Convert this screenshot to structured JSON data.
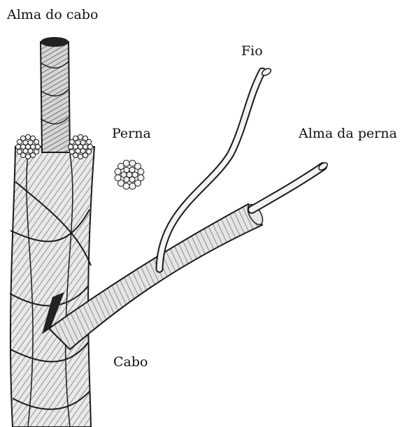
{
  "labels": {
    "core_of_rope": "Alma do cabo",
    "strand": "Perna",
    "wire": "Fio",
    "core_of_strand": "Alma da perna",
    "rope": "Cabo"
  },
  "colors": {
    "ink": "#1a1a1a",
    "strand_fill": "#e6e6e6",
    "wire_fill": "#f3f3f3",
    "core_fill": "#cfcfcf",
    "dark": "#222222"
  }
}
